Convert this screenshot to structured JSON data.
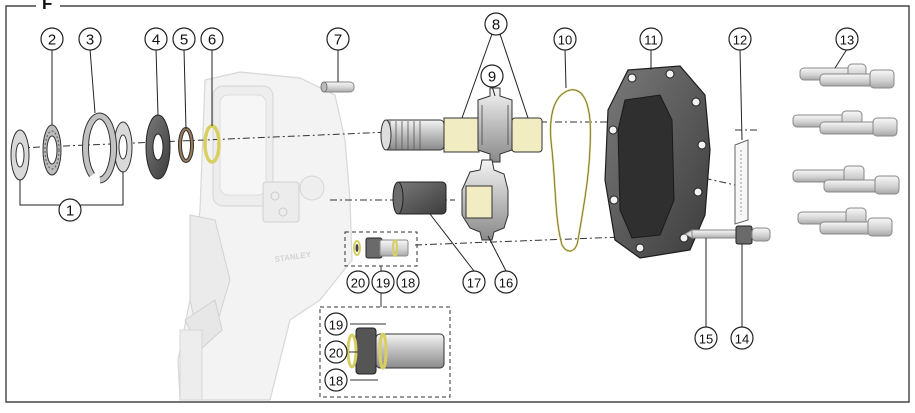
{
  "figure": {
    "panel_letter": "F",
    "brand_text": "STANLEY",
    "callouts": [
      "1",
      "2",
      "3",
      "4",
      "5",
      "6",
      "7",
      "8",
      "9",
      "10",
      "11",
      "12",
      "13",
      "14",
      "15",
      "16",
      "17",
      "18",
      "19",
      "20"
    ],
    "inset_callouts": [
      "19",
      "20",
      "18"
    ],
    "colors": {
      "outline": "#222222",
      "housing": "#f1f1f1",
      "dark_part": "#5e5e5e",
      "seal_yellow": "#e0d46a",
      "steel": "#c8c8c8"
    }
  }
}
